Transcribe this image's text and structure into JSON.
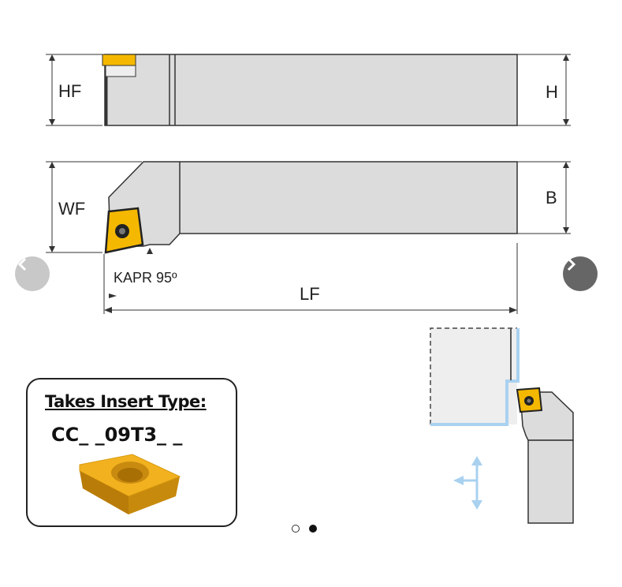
{
  "drawing": {
    "labels": {
      "hf": "HF",
      "h": "H",
      "wf": "WF",
      "b": "B",
      "kapr": "KAPR 95º",
      "lf": "LF"
    },
    "colors": {
      "body": "#dcdcdc",
      "insert": "#f5b800",
      "workpiece_edge": "#a9d1f0"
    }
  },
  "insert_info": {
    "title": "Takes Insert Type:",
    "code": "CC_ _09T3_ _"
  },
  "carousel": {
    "prev_icon": "chevron-left-icon",
    "next_icon": "chevron-right-icon",
    "slide_count": 2,
    "active_index": 1
  }
}
